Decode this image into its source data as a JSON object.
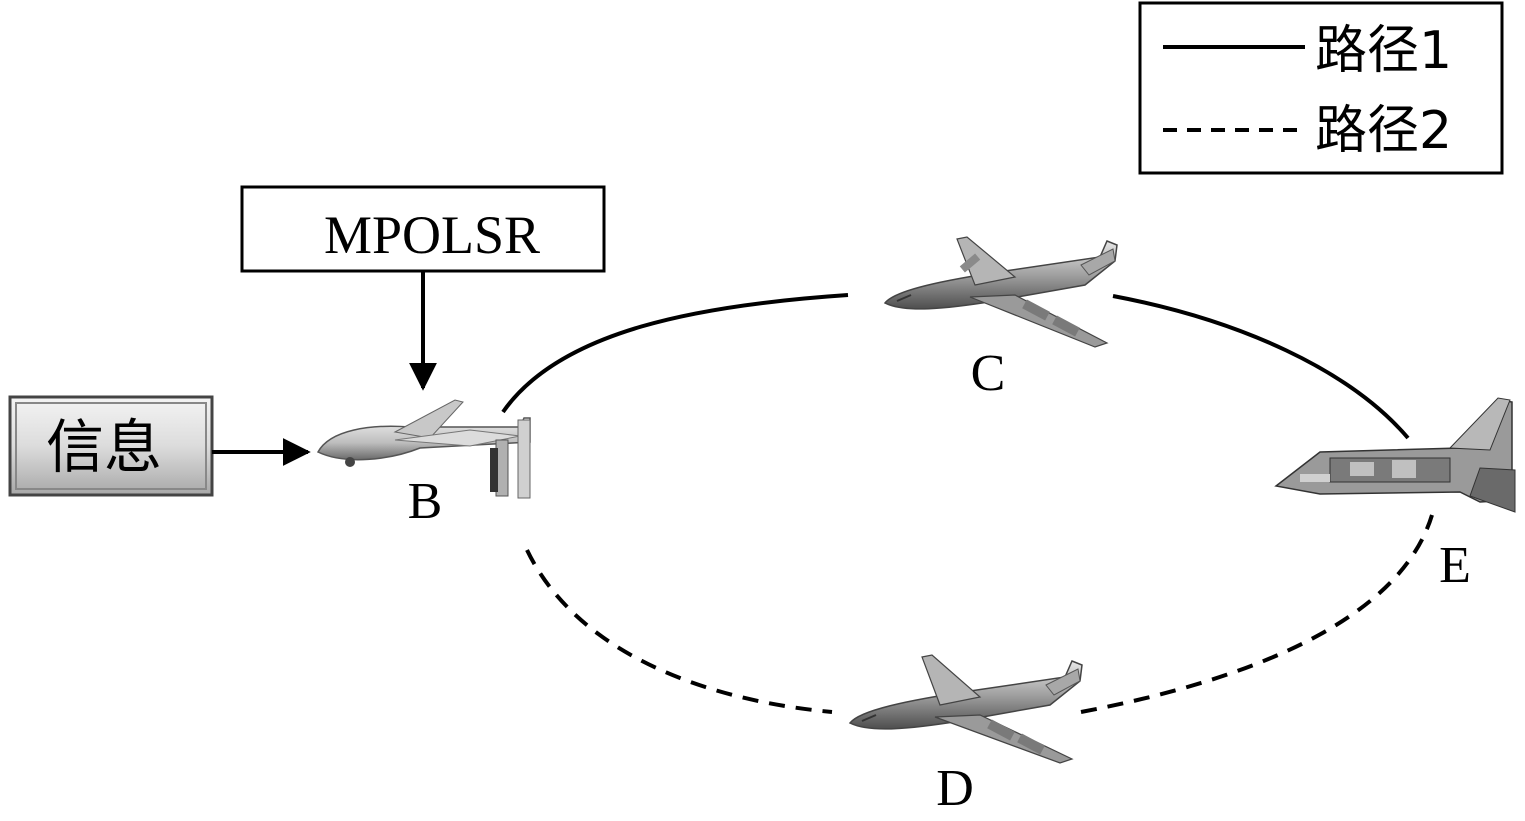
{
  "legend": {
    "items": [
      {
        "label": "路径1",
        "line_style": "solid"
      },
      {
        "label": "路径2",
        "line_style": "dashed"
      }
    ]
  },
  "protocol_box": {
    "label": "MPOLSR"
  },
  "info_box": {
    "label": "信息"
  },
  "nodes": {
    "B": {
      "label": "B",
      "icon": "uav-drone-icon"
    },
    "C": {
      "label": "C",
      "icon": "airliner-icon"
    },
    "D": {
      "label": "D",
      "icon": "airliner-icon"
    },
    "E": {
      "label": "E",
      "icon": "fighter-jet-icon"
    }
  },
  "colors": {
    "stroke": "#000000",
    "aircraft_body": "#9a9a9a",
    "aircraft_shadow": "#5a5a5a",
    "aircraft_highlight": "#d8d8d8"
  }
}
